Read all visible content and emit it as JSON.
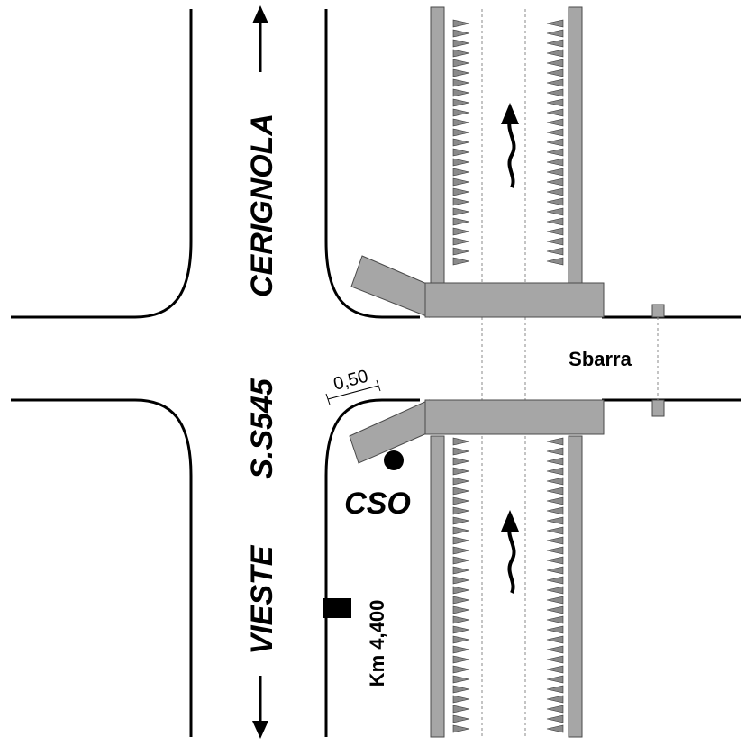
{
  "labels": {
    "road_north": "CERIGNOLA",
    "road_south": "VIESTE",
    "road_code": "S.S545",
    "cso": "CSO",
    "barrier": "Sbarra",
    "kilometer": "Km 4,400",
    "dimension": "0,50"
  },
  "icons": {
    "north_arrow": "double-headed-arrow-north",
    "south_arrow": "double-headed-arrow-south",
    "flow_arrows": "curved-flow-arrow"
  },
  "colors": {
    "line": "#000000",
    "rail": "#a6a6a6",
    "spike": "#8a8a8a"
  }
}
